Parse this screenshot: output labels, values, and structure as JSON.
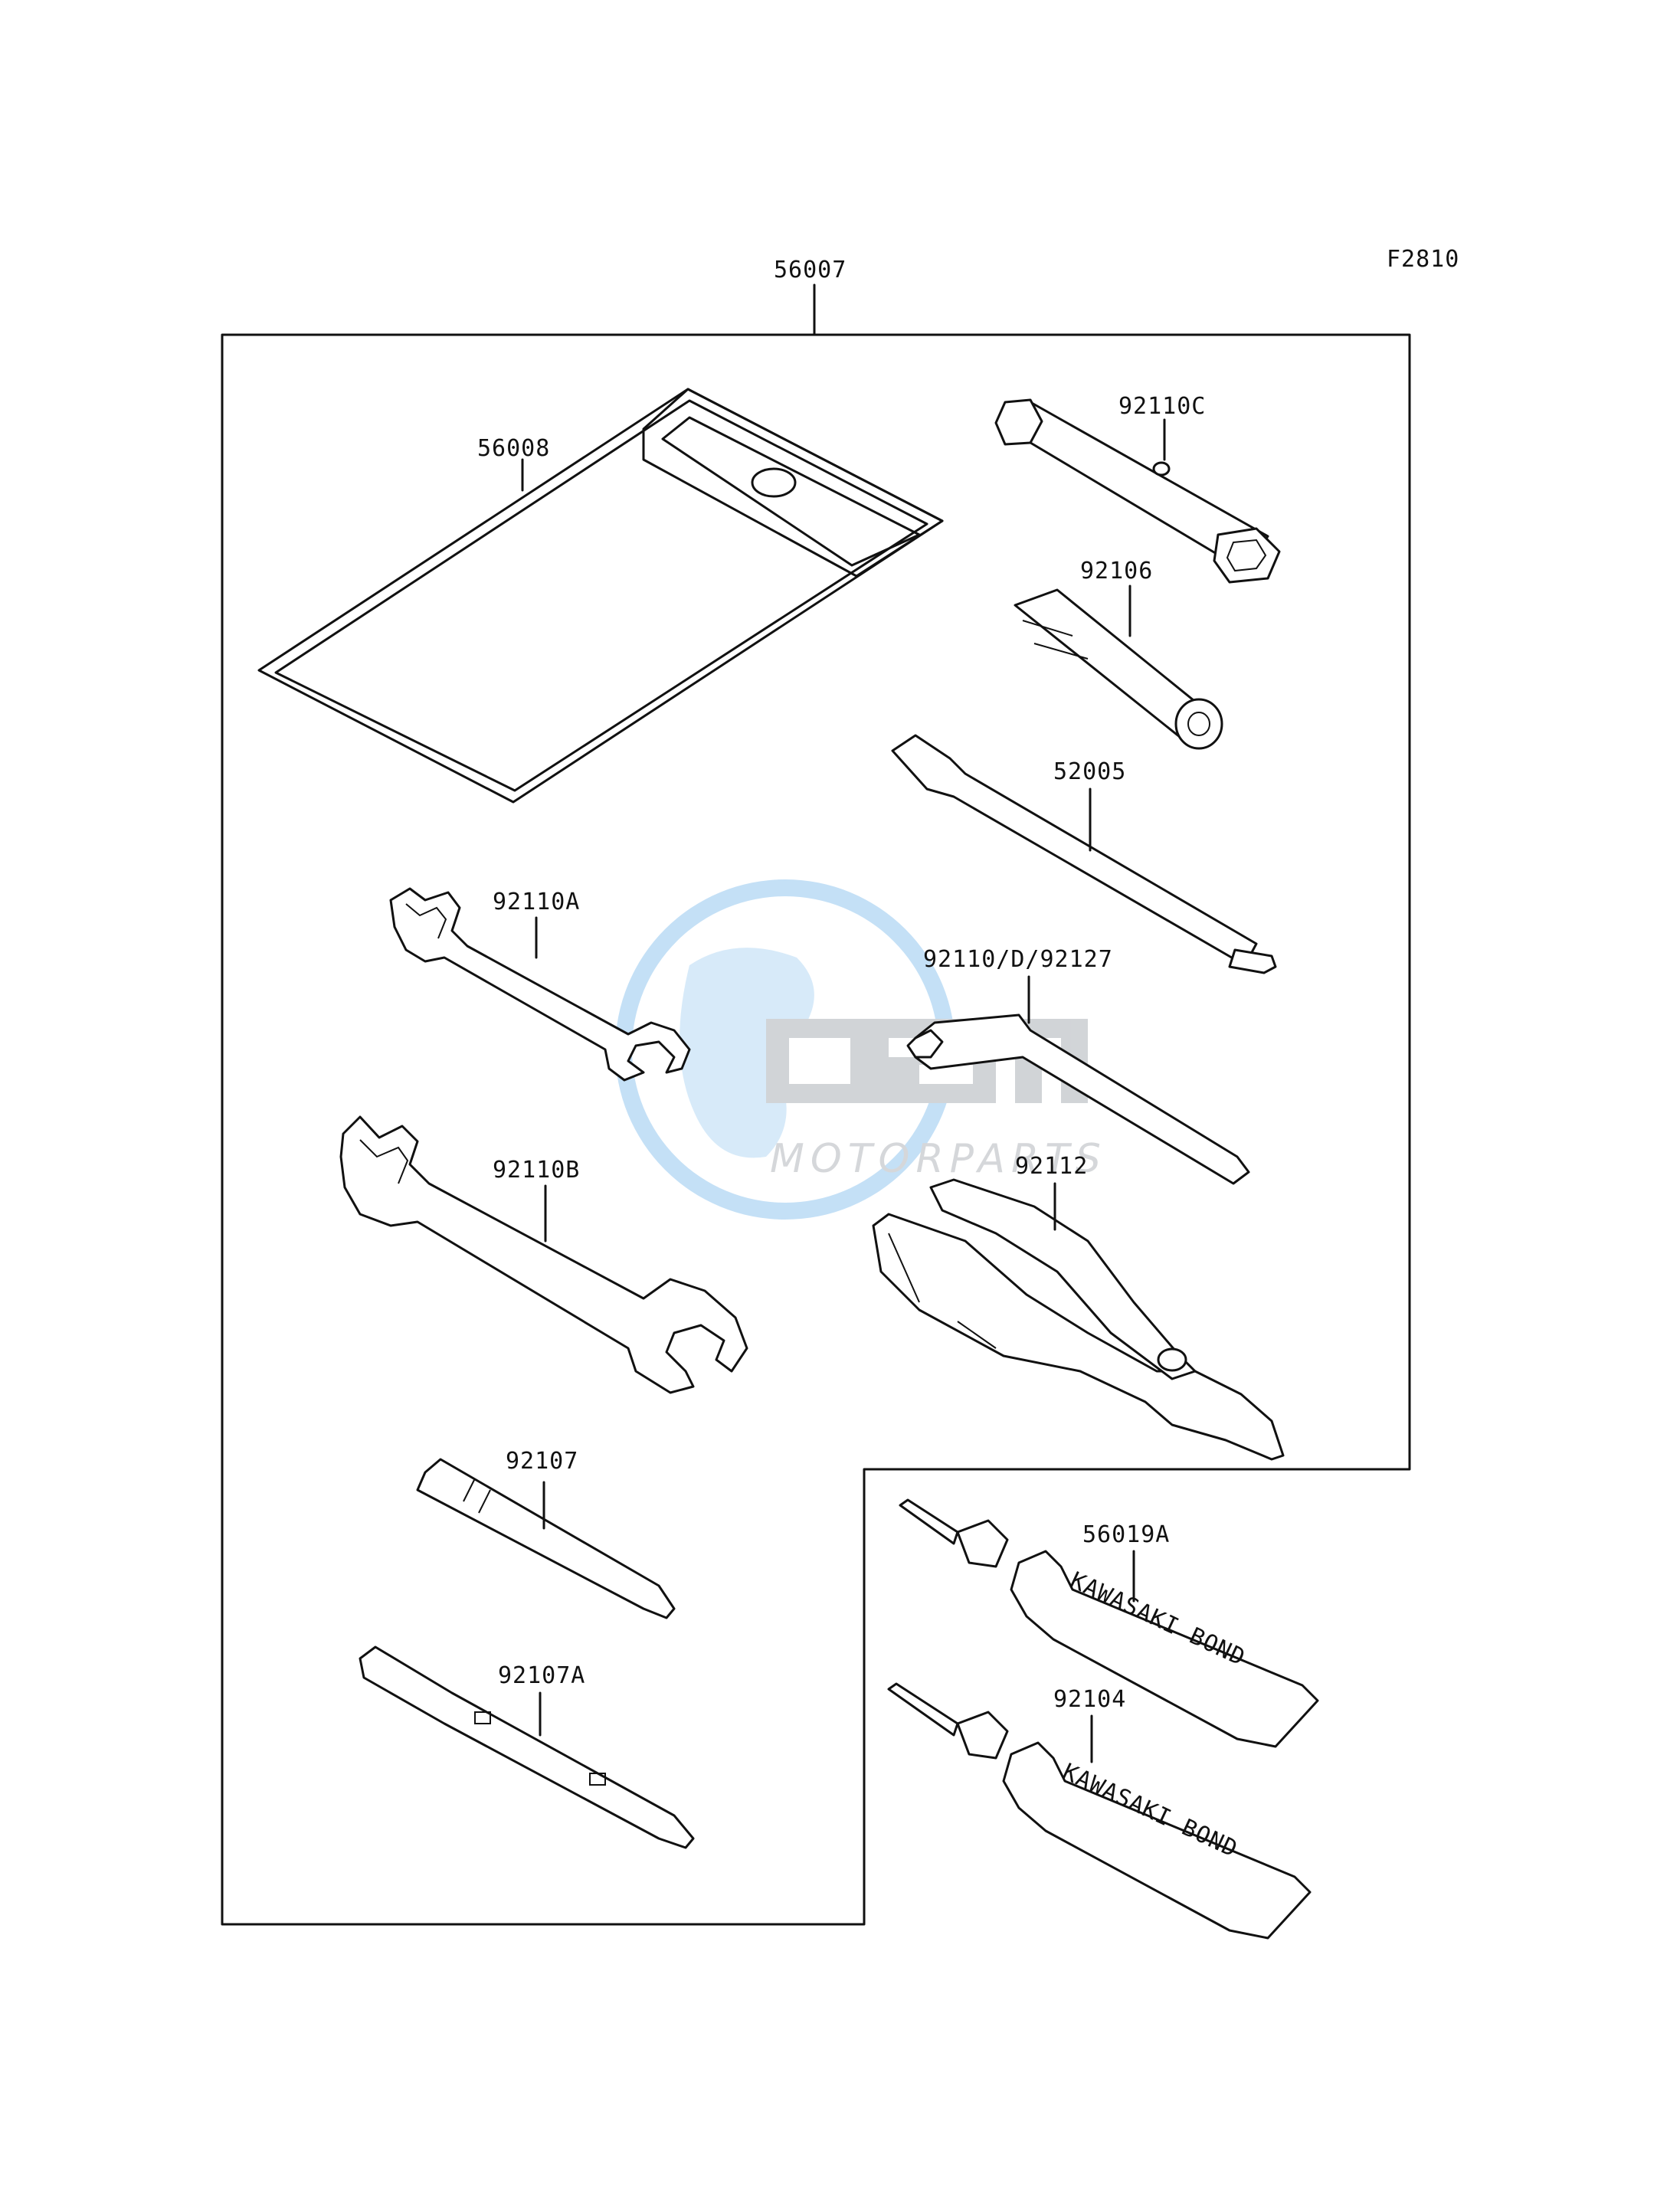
{
  "figure_code": "F2810",
  "kit_label": "56007",
  "parts": [
    {
      "part_no": "56008",
      "name": "tool-bag"
    },
    {
      "part_no": "92110C",
      "name": "box-wrench"
    },
    {
      "part_no": "92106",
      "name": "spark-plug-socket-adapter"
    },
    {
      "part_no": "52005",
      "name": "handle-bar"
    },
    {
      "part_no": "92110A",
      "name": "small-open-wrench"
    },
    {
      "part_no": "92110/D/92127",
      "name": "hex-key"
    },
    {
      "part_no": "92110B",
      "name": "large-open-wrench"
    },
    {
      "part_no": "92112",
      "name": "pliers"
    },
    {
      "part_no": "92107",
      "name": "screwdriver-bit"
    },
    {
      "part_no": "92107A",
      "name": "screwdriver"
    },
    {
      "part_no": "56019A",
      "name": "bond-tube-a"
    },
    {
      "part_no": "92104",
      "name": "bond-tube-b"
    }
  ],
  "tube_print": "KAWASAKI BOND",
  "watermark": {
    "brand": "OSM",
    "tagline": "MOTORPARTS"
  }
}
